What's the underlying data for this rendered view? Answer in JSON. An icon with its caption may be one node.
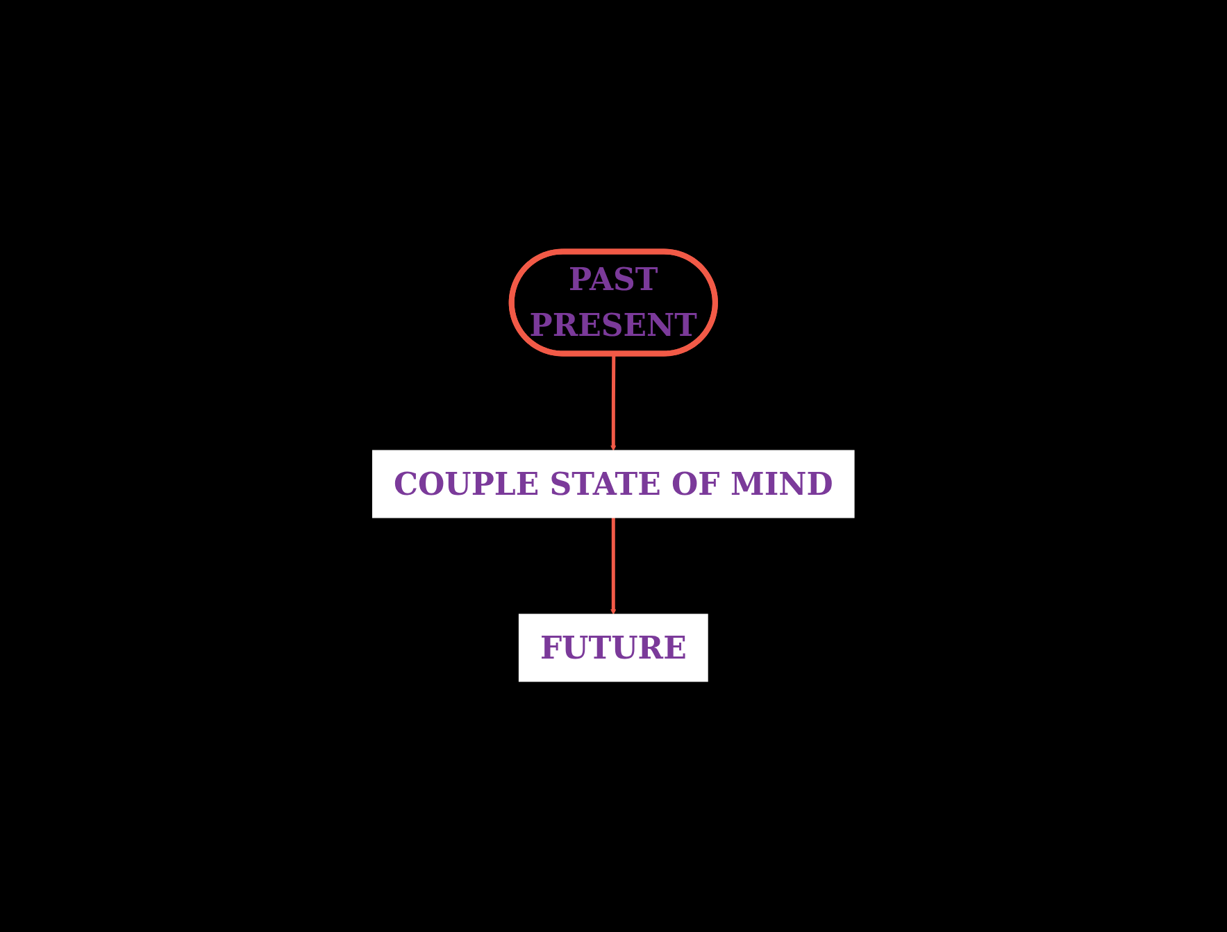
{
  "diagram": {
    "nodes": [
      {
        "text": [
          "PAST",
          "PRESENT"
        ]
      },
      {
        "text": [
          "COUPLE STATE OF MIND"
        ]
      },
      {
        "text": [
          "FUTURE"
        ]
      }
    ],
    "edges": [
      {
        "from": 0,
        "to": 1,
        "arrow": "to"
      },
      {
        "from": 1,
        "to": 2,
        "arrow": "to"
      }
    ]
  }
}
